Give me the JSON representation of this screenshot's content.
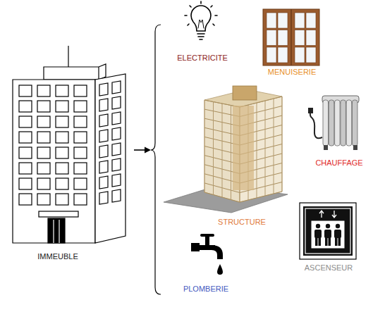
{
  "diagram": {
    "labels": [
      "IMMEUBLE",
      "ELECTRICITE",
      "MENUISERIE",
      "STRUCTURE",
      "CHAUFFAGE",
      "ASCENSEUR",
      "PLOMBERIE"
    ]
  }
}
